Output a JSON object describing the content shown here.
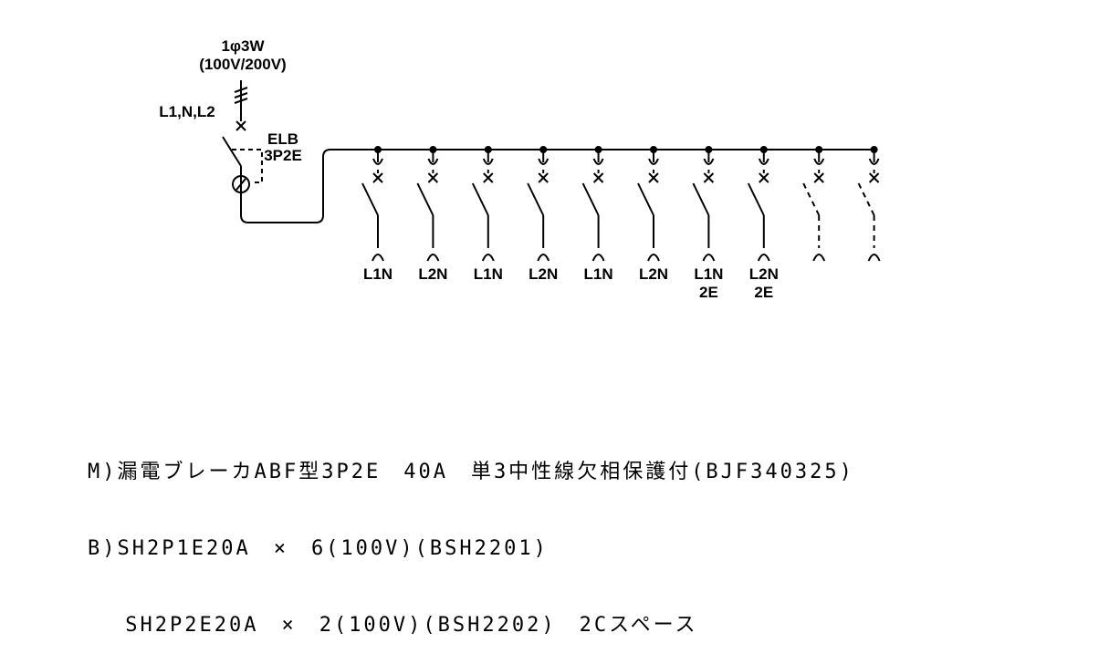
{
  "supply": {
    "phase": "1φ3W",
    "voltage": "(100V/200V)",
    "lines": "L1,N,L2"
  },
  "main_breaker": {
    "name": "ELB",
    "poles": "3P2E"
  },
  "branches": [
    {
      "label": "L1N",
      "sub": "",
      "type": "breaker"
    },
    {
      "label": "L2N",
      "sub": "",
      "type": "breaker"
    },
    {
      "label": "L1N",
      "sub": "",
      "type": "breaker"
    },
    {
      "label": "L2N",
      "sub": "",
      "type": "breaker"
    },
    {
      "label": "L1N",
      "sub": "",
      "type": "breaker"
    },
    {
      "label": "L2N",
      "sub": "",
      "type": "breaker"
    },
    {
      "label": "L1N",
      "sub": "2E",
      "type": "breaker"
    },
    {
      "label": "L2N",
      "sub": "2E",
      "type": "breaker"
    },
    {
      "label": "",
      "sub": "",
      "type": "space"
    },
    {
      "label": "",
      "sub": "",
      "type": "space"
    }
  ],
  "notes": {
    "line1": "M)漏電ブレーカABF型3P2E　40A　単3中性線欠相保護付(BJF340325)",
    "line2": "B)SH2P1E20A　×　6(100V)(BSH2201)",
    "line3": "　 SH2P2E20A　×　2(100V)(BSH2202)　2Cスペース"
  }
}
